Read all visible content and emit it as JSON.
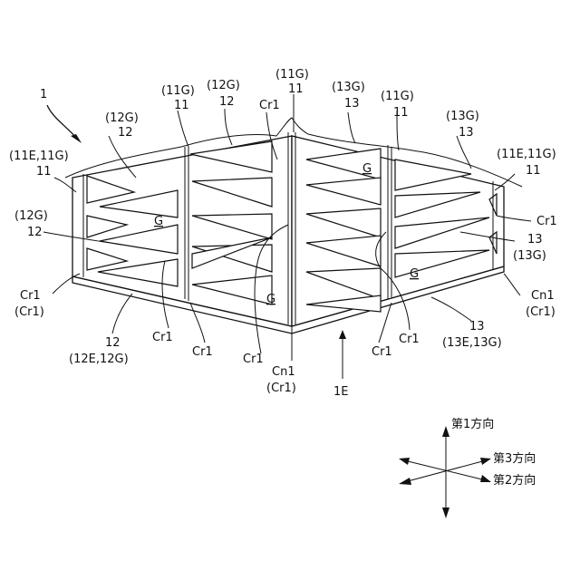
{
  "figure": {
    "ref_main": "1",
    "ref_edge": "1E",
    "gap_mark": "G",
    "labels": {
      "l_11E11G_left": "(11E,11G)",
      "l_11_left": "11",
      "l_12G_a": "(12G)",
      "l_12_a": "12",
      "l_11G_a": "(11G)",
      "l_11_a": "11",
      "l_12G_b": "(12G)",
      "l_12_b": "12",
      "l_11G_top": "(11G)",
      "l_11_top": "11",
      "l_Cr1_top": "Cr1",
      "l_13G_a": "(13G)",
      "l_13_a": "13",
      "l_11G_b": "(11G)",
      "l_11_b": "11",
      "l_13G_b": "(13G)",
      "l_13_b": "13",
      "l_11E11G_right": "(11E,11G)",
      "l_11_right": "11",
      "l_12G_c": "(12G)",
      "l_12_c": "12",
      "l_Cr1_right": "Cr1",
      "l_13_right": "13",
      "l_13G_right": "(13G)",
      "l_Cr1_left": "Cr1",
      "l_Cr1p_left": "(Cr1)",
      "l_Cn1_right": "Cn1",
      "l_Cn1p_right": "(Cr1)",
      "l_12_bottom": "12",
      "l_12E12G": "(12E,12G)",
      "l_Cr1_b1": "Cr1",
      "l_Cr1_b2": "Cr1",
      "l_Cr1_b3": "Cr1",
      "l_Cr1_b4": "Cr1",
      "l_Cr1_b5": "Cr1",
      "l_Cn1_bottom": "Cn1",
      "l_Cn1p_bottom": "(Cr1)",
      "l_13_bottom": "13",
      "l_13E13G": "(13E,13G)"
    }
  },
  "direction_legend": {
    "first": "第1方向",
    "second": "第2方向",
    "third": "第3方向"
  }
}
